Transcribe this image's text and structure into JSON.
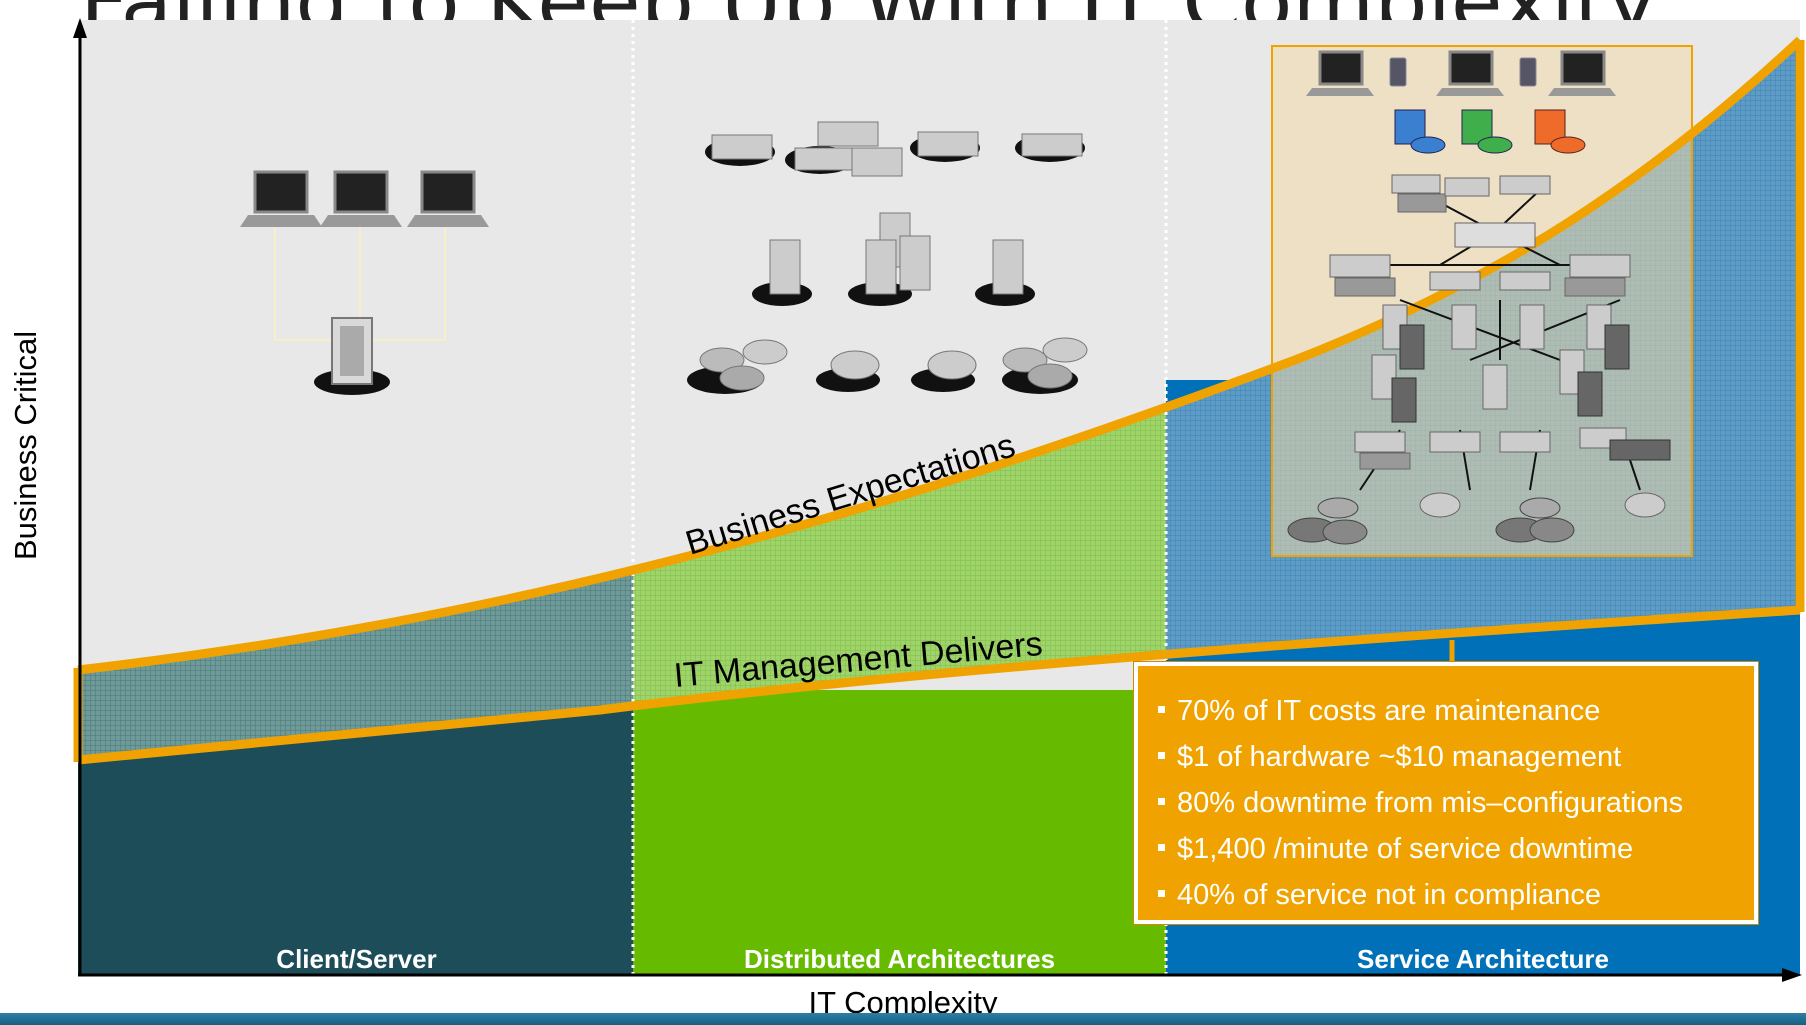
{
  "slide": {
    "title": "Failing to Keep Up With IT Complexity",
    "y_axis_label": "Business Critical",
    "x_axis_label": "IT Complexity",
    "curves": {
      "upper": "Business Expectations",
      "lower": "IT Management Delivers"
    },
    "eras": [
      {
        "label": "Client/Server",
        "color": "#1e4d5a"
      },
      {
        "label": "Distributed  Architectures",
        "color": "#66bb00"
      },
      {
        "label": "Service Architecture",
        "color": "#0070b8"
      }
    ],
    "callout": {
      "items": [
        "70% of IT costs are maintenance",
        "$1 of hardware ~$10 management",
        "80% downtime from mis–configurations",
        "$1,400 /minute of service downtime",
        "40% of service not in compliance"
      ]
    },
    "colors": {
      "curve_outline": "#f0a300",
      "background_gray": "#e6e6e6"
    }
  }
}
